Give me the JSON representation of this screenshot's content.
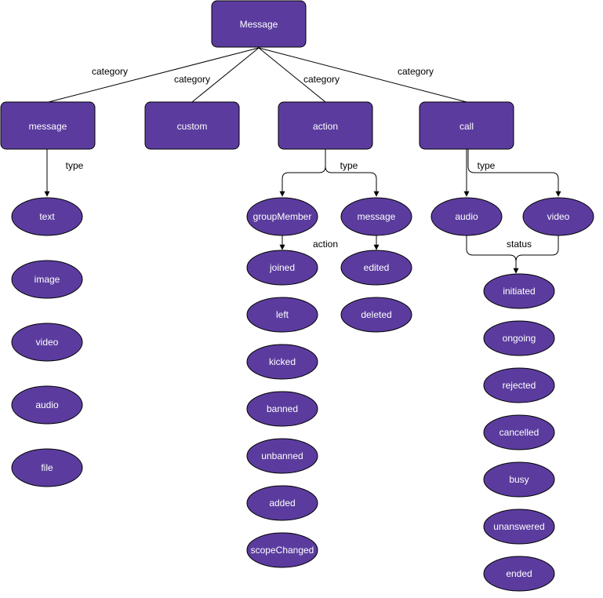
{
  "colors": {
    "node_fill": "#5b3c9e",
    "node_stroke": "#000000",
    "node_text": "#ffffff",
    "edge": "#000000",
    "background": "#ffffff"
  },
  "nodes": {
    "root": "Message",
    "cat_message": "message",
    "cat_custom": "custom",
    "cat_action": "action",
    "cat_call": "call",
    "msg_text": "text",
    "msg_image": "image",
    "msg_video": "video",
    "msg_audio": "audio",
    "msg_file": "file",
    "act_groupMember": "groupMember",
    "act_message": "message",
    "gm_joined": "joined",
    "gm_left": "left",
    "gm_kicked": "kicked",
    "gm_banned": "banned",
    "gm_unbanned": "unbanned",
    "gm_added": "added",
    "gm_scopeChanged": "scopeChanged",
    "am_edited": "edited",
    "am_deleted": "deleted",
    "call_audio": "audio",
    "call_video": "video",
    "st_initiated": "initiated",
    "st_ongoing": "ongoing",
    "st_rejected": "rejected",
    "st_cancelled": "cancelled",
    "st_busy": "busy",
    "st_unanswered": "unanswered",
    "st_ended": "ended"
  },
  "edge_labels": {
    "category_1": "category",
    "category_2": "category",
    "category_3": "category",
    "category_4": "category",
    "type_message": "type",
    "type_action": "type",
    "type_call": "type",
    "action_groupMember": "action",
    "status_call": "status"
  }
}
